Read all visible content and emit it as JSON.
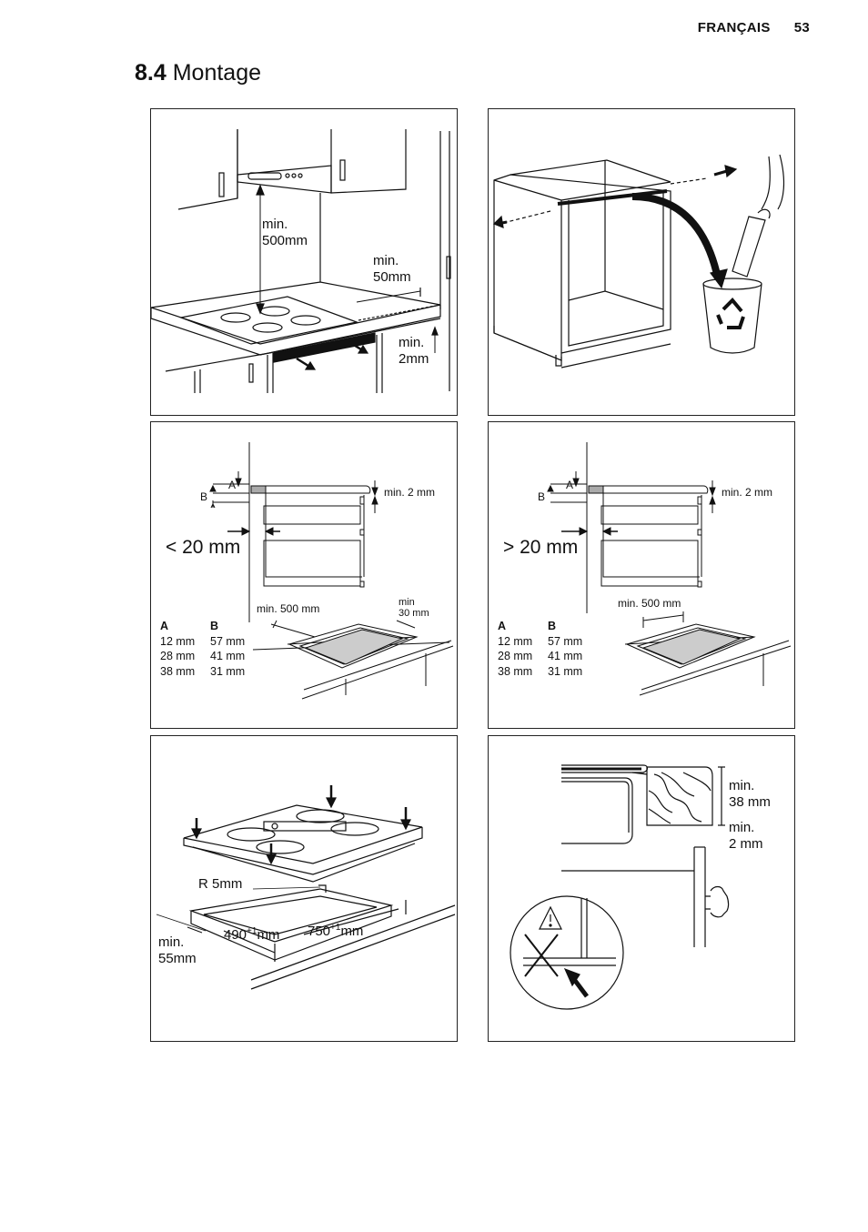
{
  "header": {
    "language": "FRANÇAIS",
    "page_number": "53"
  },
  "section": {
    "number": "8.4",
    "title": "Montage"
  },
  "panel1": {
    "hood_clearance": "min.\n500mm",
    "side_clearance": "min.\n50mm",
    "gap": "min.\n2mm"
  },
  "panel3": {
    "label_a": "A",
    "label_b": "B",
    "top_gap": "min. 2 mm",
    "distance": "< 20 mm",
    "cutout_depth": "min. 500 mm",
    "wall_gap": "min\n30 mm",
    "table": {
      "headers": [
        "A",
        "B"
      ],
      "rows": [
        [
          "12 mm",
          "57 mm"
        ],
        [
          "28 mm",
          "41 mm"
        ],
        [
          "38 mm",
          "31 mm"
        ]
      ]
    }
  },
  "panel4": {
    "label_a": "A",
    "label_b": "B",
    "top_gap": "min. 2 mm",
    "distance": "> 20 mm",
    "cutout_depth": "min. 500 mm",
    "table": {
      "headers": [
        "A",
        "B"
      ],
      "rows": [
        [
          "12 mm",
          "57 mm"
        ],
        [
          "28 mm",
          "41 mm"
        ],
        [
          "38 mm",
          "31 mm"
        ]
      ]
    }
  },
  "panel5": {
    "radius": "R 5mm",
    "depth_base": "490",
    "width_base": "750",
    "tolerance": "+1",
    "unit": "mm",
    "front_gap": "min.\n55mm"
  },
  "panel6": {
    "thickness": "min.\n38 mm",
    "gap": "min.\n2 mm"
  }
}
